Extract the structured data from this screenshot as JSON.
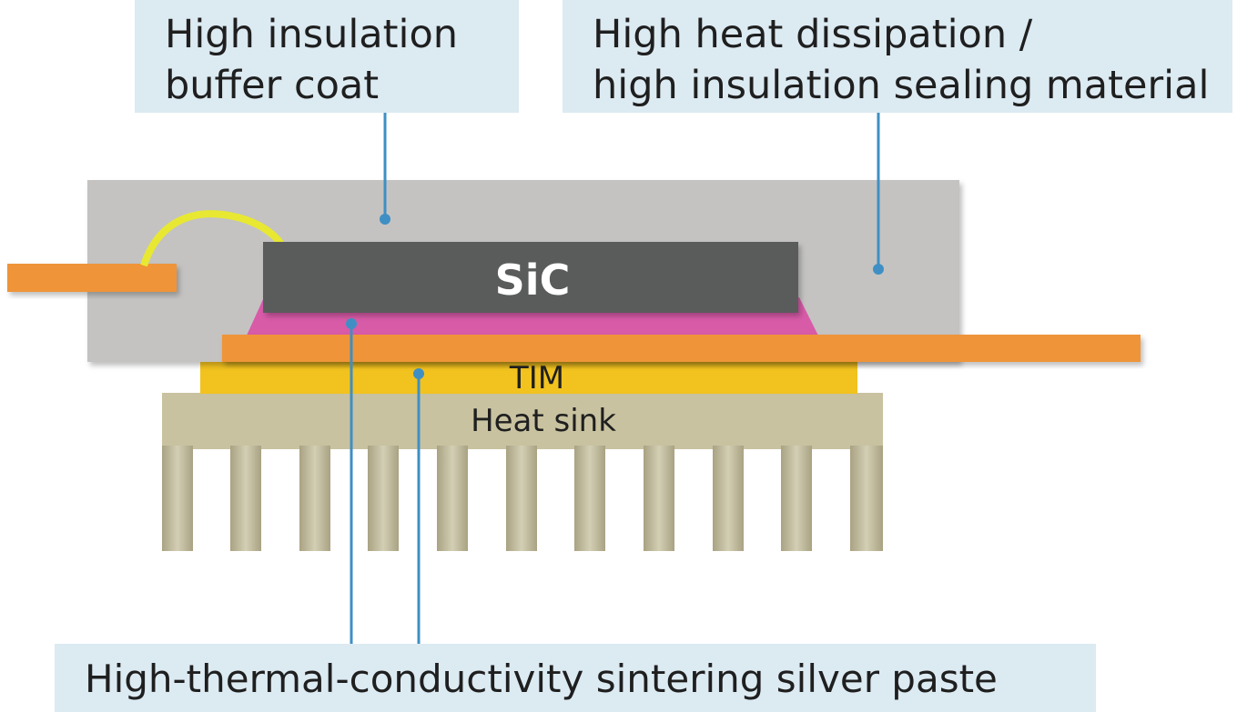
{
  "callouts": {
    "buffer_coat": {
      "line1": "High insulation",
      "line2": "buffer coat"
    },
    "sealing_material": {
      "line1": "High heat dissipation /",
      "line2": "high insulation sealing material"
    },
    "silver_paste": {
      "text": "High-thermal-conductivity sintering silver paste"
    }
  },
  "diagram": {
    "chip_label": "SiC",
    "tim_label": "TIM",
    "heatsink_label": "Heat sink"
  },
  "colors": {
    "callout_bg": "#dceaf2",
    "leader_line": "#3f8fc4",
    "mold": "#c4c3c2",
    "chip": "#5a5b5b",
    "silver_paste": "#d85ba8",
    "lead_frame": "#ef9437",
    "tim": "#f2c21f",
    "heat_sink": "#c8c2a0",
    "bond_wire": "#e8e832"
  }
}
